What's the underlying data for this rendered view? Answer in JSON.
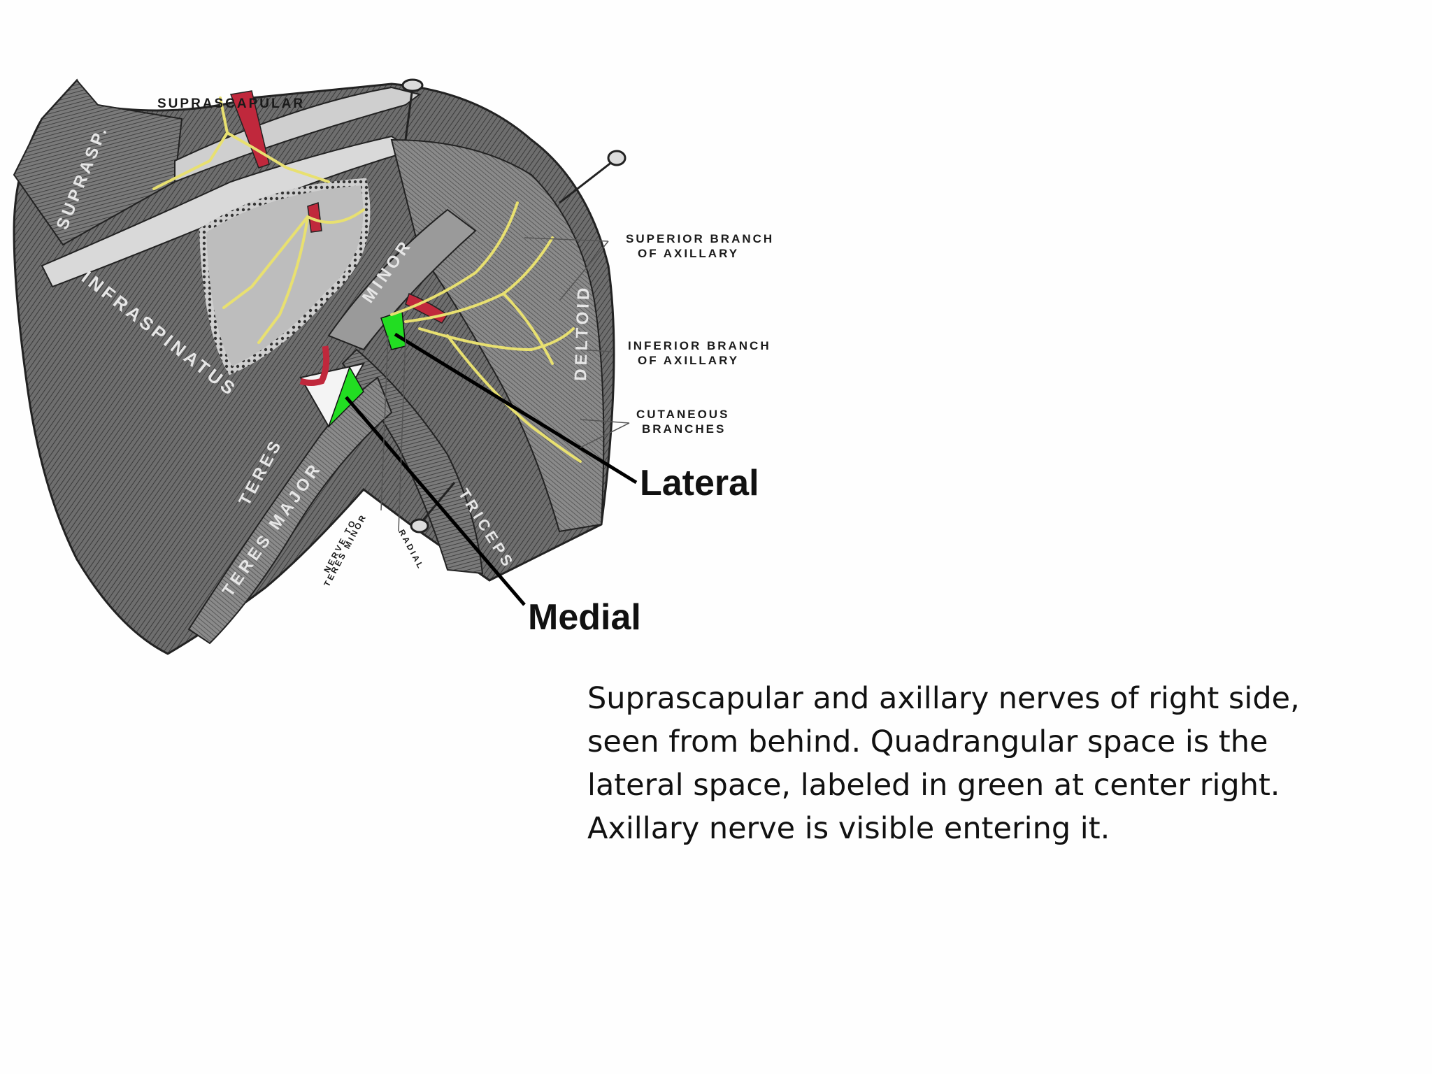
{
  "labels": {
    "suprascapular": "SUPRASCAPULAR",
    "superior_branch_line1": "SUPERIOR BRANCH",
    "superior_branch_line2": "OF AXILLARY",
    "inferior_branch_line1": "INFERIOR BRANCH",
    "inferior_branch_line2": "OF AXILLARY",
    "cutaneous_line1": "CUTANEOUS",
    "cutaneous_line2": "BRANCHES",
    "lateral": "Lateral",
    "medial": "Medial",
    "nerve_to_line1": "NERVE TO",
    "nerve_to_line2": "TERES MINOR",
    "radial": "RADIAL"
  },
  "muscles": {
    "suprasp": "SUPRASP.",
    "infraspinatus": "INFRASPINATUS",
    "minor": "MINOR",
    "teres": "TERES",
    "teres_major": "TERES MAJOR",
    "deltoid": "DELTOID",
    "triceps": "TRICEPS"
  },
  "caption": "Suprascapular and axillary nerves of right side, seen from behind. Quadrangular space is the lateral space, labeled in green at center right. Axillary nerve is visible entering it.",
  "colors": {
    "quadrangular_space": "#22dd22",
    "artery": "#c0283c",
    "nerve": "#e8e070",
    "muscle": "#5a5a5a"
  }
}
